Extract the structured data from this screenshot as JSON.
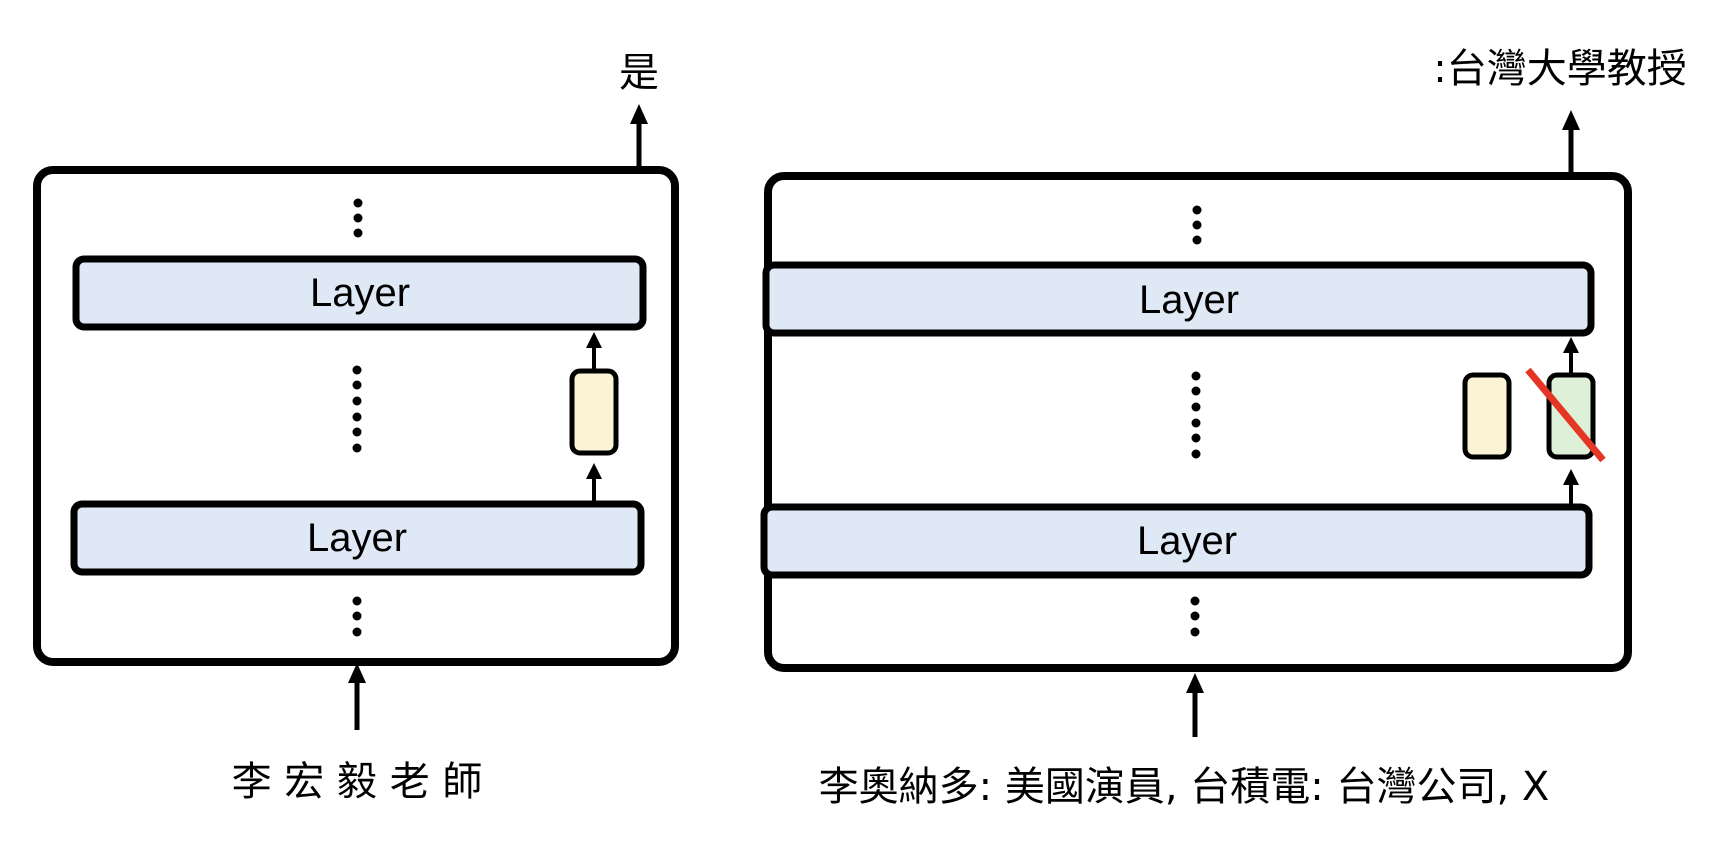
{
  "colors": {
    "layer_fill": "#dfe8f5",
    "stroke": "#000000",
    "yellow_module": "#fcf2d4",
    "green_module": "#dff0d8",
    "strike": "#e53524"
  },
  "left_diagram": {
    "output_label": "是",
    "layer_top_label": "Layer",
    "layer_bottom_label": "Layer",
    "input_label": "李 宏 毅 老 師"
  },
  "right_diagram": {
    "output_label": ":台灣大學教授",
    "layer_top_label": "Layer",
    "layer_bottom_label": "Layer",
    "input_label": "李奧納多: 美國演員, 台積電: 台灣公司, X"
  }
}
